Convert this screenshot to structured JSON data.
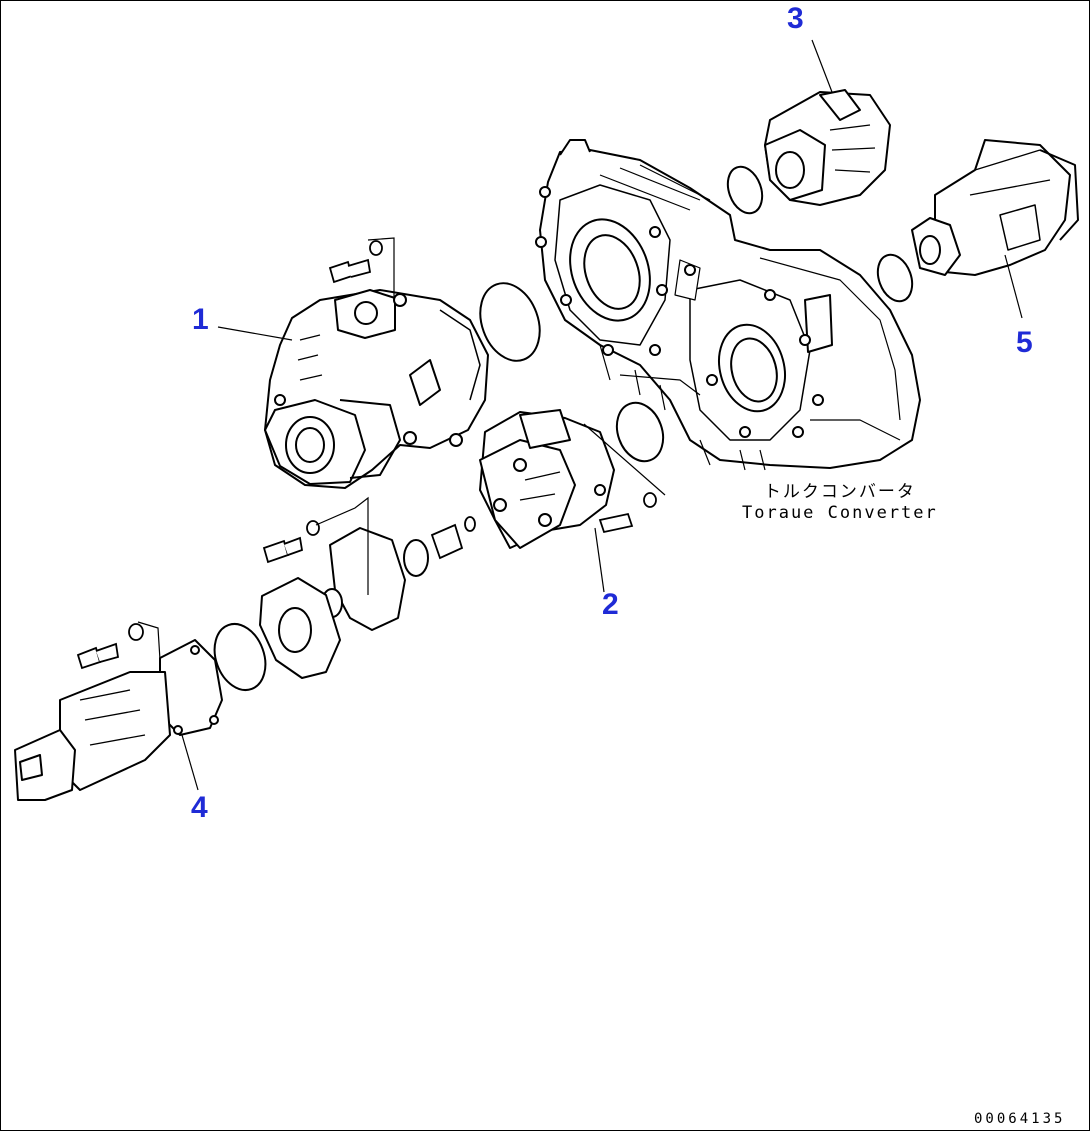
{
  "callouts": {
    "c1": "1",
    "c2": "2",
    "c3": "3",
    "c4": "4",
    "c5": "5"
  },
  "torque_converter": {
    "label_jp": "トルクコンバータ",
    "label_en": "Toraue Converter"
  },
  "drawing_number": "00064135",
  "colors": {
    "callout": "#1f2bd6",
    "line": "#000000",
    "background": "#ffffff"
  }
}
